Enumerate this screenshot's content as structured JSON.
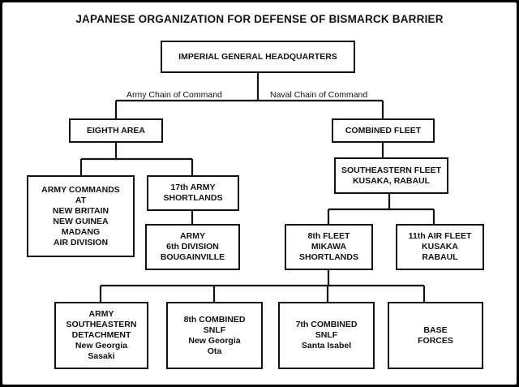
{
  "title": "JAPANESE ORGANIZATION FOR DEFENSE OF BISMARCK BARRIER",
  "chain_labels": {
    "army": "Army Chain of Command",
    "naval": "Naval Chain of Command"
  },
  "nodes": {
    "ighq": [
      "IMPERIAL GENERAL HEADQUARTERS"
    ],
    "eighth_area": [
      "EIGHTH AREA"
    ],
    "combined_fleet": [
      "COMBINED FLEET"
    ],
    "army_commands": [
      "ARMY COMMANDS",
      "AT",
      "NEW BRITAIN",
      "NEW GUINEA",
      "MADANG",
      "AIR DIVISION"
    ],
    "army_17th": [
      "17th ARMY",
      "SHORTLANDS"
    ],
    "army_6th_div": [
      "ARMY",
      "6th DIVISION",
      "BOUGAINVILLE"
    ],
    "southeastern_fleet": [
      "SOUTHEASTERN FLEET",
      "KUSAKA, RABAUL"
    ],
    "fleet_8th": [
      "8th FLEET",
      "MIKAWA",
      "SHORTLANDS"
    ],
    "air_fleet_11th": [
      "11th AIR FLEET",
      "KUSAKA",
      "RABAUL"
    ],
    "army_se_detachment": [
      "ARMY",
      "SOUTHEASTERN",
      "DETACHMENT",
      "New Georgia",
      "Sasaki"
    ],
    "snlf_8th": [
      "8th COMBINED",
      "SNLF",
      "New Georgia",
      "Ota"
    ],
    "snlf_7th": [
      "7th COMBINED",
      "SNLF",
      "Santa Isabel"
    ],
    "base_forces": [
      "BASE",
      "FORCES"
    ]
  }
}
